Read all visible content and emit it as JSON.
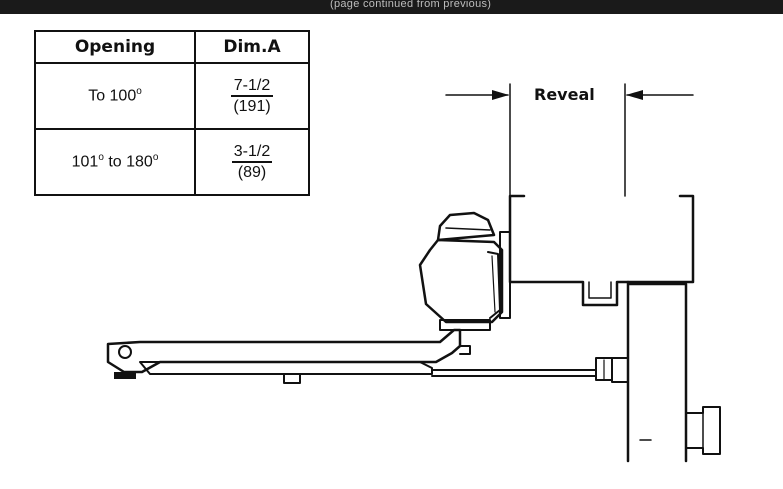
{
  "header": {
    "partial_text": "(page continued from previous)"
  },
  "table": {
    "headers": [
      "Opening",
      "Dim.A"
    ],
    "rows": [
      {
        "opening": "To 100",
        "deg": "o",
        "dim_num": "7-1/2",
        "dim_den": "(191)"
      },
      {
        "opening_a": "101",
        "deg_a": "o",
        "opening_mid": " to 180",
        "deg_b": "o",
        "dim_num": "3-1/2",
        "dim_den": "(89)"
      }
    ]
  },
  "diagram": {
    "reveal_label": "Reveal"
  }
}
